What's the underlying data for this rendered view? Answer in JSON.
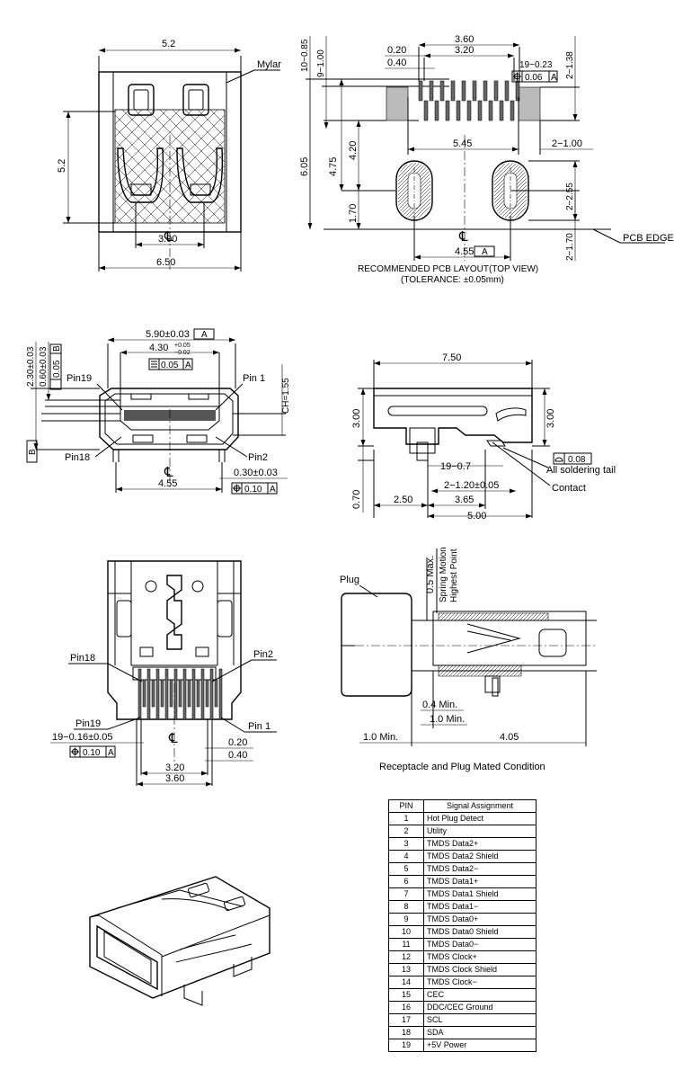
{
  "top_left_view": {
    "width_dim": "5.2",
    "height_dim": "5.2",
    "mylar_label": "Mylar",
    "centerline": "℄",
    "pitch_dim": "3.00",
    "overall_width_dim": "6.50"
  },
  "pcb_layout": {
    "dim_10_085": "10−0.85",
    "dim_9_100": "9−1.00",
    "dim_020": "0.20",
    "dim_040": "0.40",
    "dim_360": "3.60",
    "dim_320": "3.20",
    "dim_19_023": "19−0.23",
    "dim_2_138": "2−1.38",
    "tol_value": "0.06",
    "tol_datum": "A",
    "dim_545": "5.45",
    "dim_2_100": "2−1.00",
    "dim_420": "4.20",
    "dim_605": "6.05",
    "dim_475": "4.75",
    "dim_170": "1.70",
    "dim_2_255": "2−2.55",
    "dim_2_170": "2−1.70",
    "dim_455": "4.55",
    "datum_a": "A",
    "pcb_edge": "PCB EDGE",
    "caption_line1": "RECOMMENDED PCB LAYOUT(TOP VIEW)",
    "caption_line2": "(TOLERANCE: ±0.05mm)"
  },
  "front_view": {
    "dim_590": "5.90±0.03",
    "datum_a": "A",
    "dim_430": "4.30",
    "dim_430_plus": "+0.05",
    "dim_430_minus": "−0.02",
    "tol1_value": "0.05",
    "tol1_datum": "A",
    "dim_230": "2.30±0.03",
    "dim_060": "0.60±0.03",
    "tol2_value": "0.05",
    "tol2_datum": "B",
    "pin19": "Pin19",
    "pin1": "Pin 1",
    "ch": "CH=1.55",
    "datum_b": "B",
    "pin18": "Pin18",
    "pin2": "Pin2",
    "dim_030": "0.30±0.03",
    "dim_455": "4.55",
    "tol3_value": "0.10",
    "tol3_datum": "A"
  },
  "side_view": {
    "dim_750": "7.50",
    "dim_300_left": "3.00",
    "dim_300_right": "3.00",
    "flat_value": "0.08",
    "all_soldering_tail": "All soldering tail",
    "dim_19_07": "19−0.7",
    "contact": "Contact",
    "dim_2_120": "2−1.20±0.05",
    "dim_070": "0.70",
    "dim_250": "2.50",
    "dim_365": "3.65",
    "dim_500": "5.00"
  },
  "bottom_view": {
    "pin18": "Pin18",
    "pin2": "Pin2",
    "pin19": "Pin19",
    "pin1": "Pin 1",
    "dim_19_016": "19−0.16±0.05",
    "tol_value": "0.10",
    "tol_datum": "A",
    "dim_020": "0.20",
    "dim_040": "0.40",
    "dim_320": "3.20",
    "dim_360": "3.60"
  },
  "mated_view": {
    "plug": "Plug",
    "max_05": "0.5 Max.",
    "spring_motion": "Spring Motion",
    "highest_point": "Highest Point",
    "min_04": "0.4 Min.",
    "min_10": "1.0 Min.",
    "min_10_b": "1.0 Min.",
    "dim_405": "4.05",
    "caption": "Receptacle and Plug Mated Condition"
  },
  "pin_table": {
    "header_pin": "PIN",
    "header_signal": "Signal Assignment",
    "rows": [
      {
        "pin": "1",
        "signal": "Hot Plug Detect"
      },
      {
        "pin": "2",
        "signal": "Utility"
      },
      {
        "pin": "3",
        "signal": "TMDS Data2+"
      },
      {
        "pin": "4",
        "signal": "TMDS Data2 Shield"
      },
      {
        "pin": "5",
        "signal": "TMDS Data2−"
      },
      {
        "pin": "6",
        "signal": "TMDS Data1+"
      },
      {
        "pin": "7",
        "signal": "TMDS Data1 Shield"
      },
      {
        "pin": "8",
        "signal": "TMDS Data1−"
      },
      {
        "pin": "9",
        "signal": "TMDS Data0+"
      },
      {
        "pin": "10",
        "signal": "TMDS Data0 Shield"
      },
      {
        "pin": "11",
        "signal": "TMDS Data0−"
      },
      {
        "pin": "12",
        "signal": "TMDS Clock+"
      },
      {
        "pin": "13",
        "signal": "TMDS Clock Shield"
      },
      {
        "pin": "14",
        "signal": "TMDS Clock−"
      },
      {
        "pin": "15",
        "signal": "CEC"
      },
      {
        "pin": "16",
        "signal": "DDC/CEC Ground"
      },
      {
        "pin": "17",
        "signal": "SCL"
      },
      {
        "pin": "18",
        "signal": "SDA"
      },
      {
        "pin": "19",
        "signal": "+5V Power"
      }
    ]
  }
}
